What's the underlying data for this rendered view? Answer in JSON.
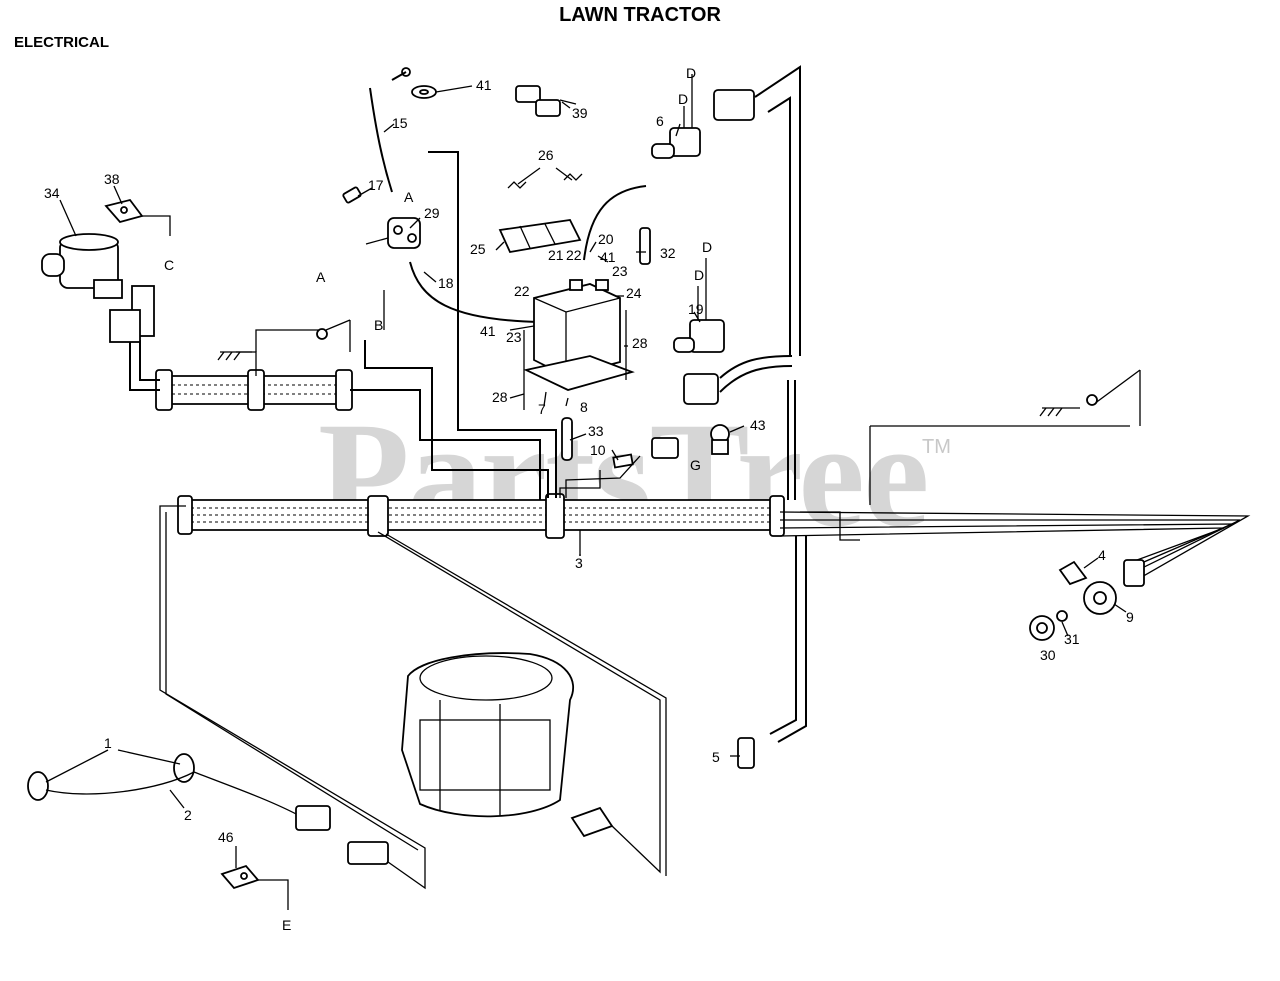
{
  "header": {
    "title": "LAWN TRACTOR",
    "section": "ELECTRICAL"
  },
  "watermark": {
    "text": "PartsTree",
    "tm": "TM"
  },
  "callouts": {
    "p1": "1",
    "p2": "2",
    "p3": "3",
    "p4": "4",
    "p5": "5",
    "p6": "6",
    "p7": "7",
    "p8": "8",
    "p9": "9",
    "p10": "10",
    "p15": "15",
    "p17": "17",
    "p18": "18",
    "p19": "19",
    "p20": "20",
    "p21": "21",
    "p22a": "22",
    "p22b": "22",
    "p23a": "23",
    "p23b": "23",
    "p24": "24",
    "p25": "25",
    "p26": "26",
    "p28a": "28",
    "p28b": "28",
    "p29": "29",
    "p30": "30",
    "p31": "31",
    "p32": "32",
    "p33": "33",
    "p34": "34",
    "p38": "38",
    "p39": "39",
    "p41a": "41",
    "p41b": "41",
    "p41c": "41",
    "p43": "43",
    "p46": "46"
  },
  "connectors": {
    "a1": "A",
    "a2": "A",
    "b": "B",
    "c": "C",
    "d1": "D",
    "d2": "D",
    "d3": "D",
    "d4": "D",
    "e": "E",
    "g": "G"
  }
}
